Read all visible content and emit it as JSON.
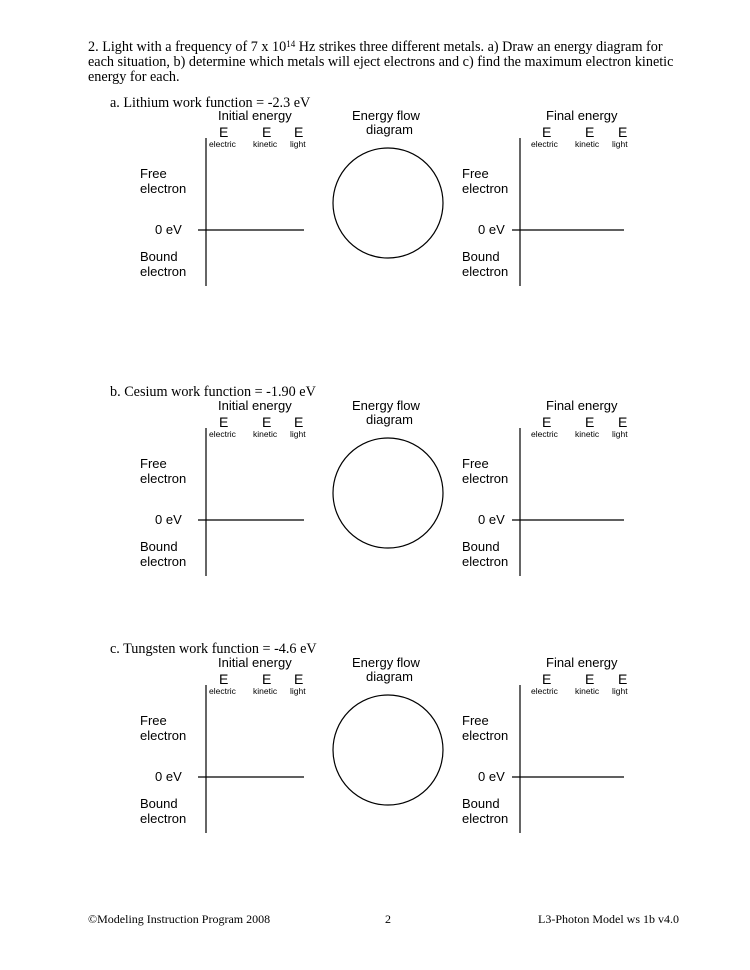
{
  "question": {
    "number": "2.",
    "text_before_exp": "Light with a frequency of 7 x 10",
    "exponent": "14",
    "text_after_exp": " Hz strikes three different metals. a) Draw an energy diagram for each situation, b) determine which metals will eject electrons and c) find the maximum electron kinetic energy for each."
  },
  "labels": {
    "initial_energy": "Initial energy",
    "final_energy": "Final energy",
    "energy_flow_line1": "Energy flow",
    "energy_flow_line2": "diagram",
    "E": "E",
    "electric": "electric",
    "kinetic": "kinetic",
    "light": "light",
    "free_line1": "Free",
    "free_line2": "electron",
    "zero": "0 eV",
    "bound_line1": "Bound",
    "bound_line2": "electron"
  },
  "parts": [
    {
      "label": "a. Lithium work function = -2.3 eV"
    },
    {
      "label": "b. Cesium work function = -1.90 eV"
    },
    {
      "label": "c. Tungsten work function = -4.6 eV"
    }
  ],
  "footer": {
    "left": "©Modeling Instruction Program 2008",
    "page": "2",
    "right": "L3-Photon Model ws 1b v4.0"
  }
}
